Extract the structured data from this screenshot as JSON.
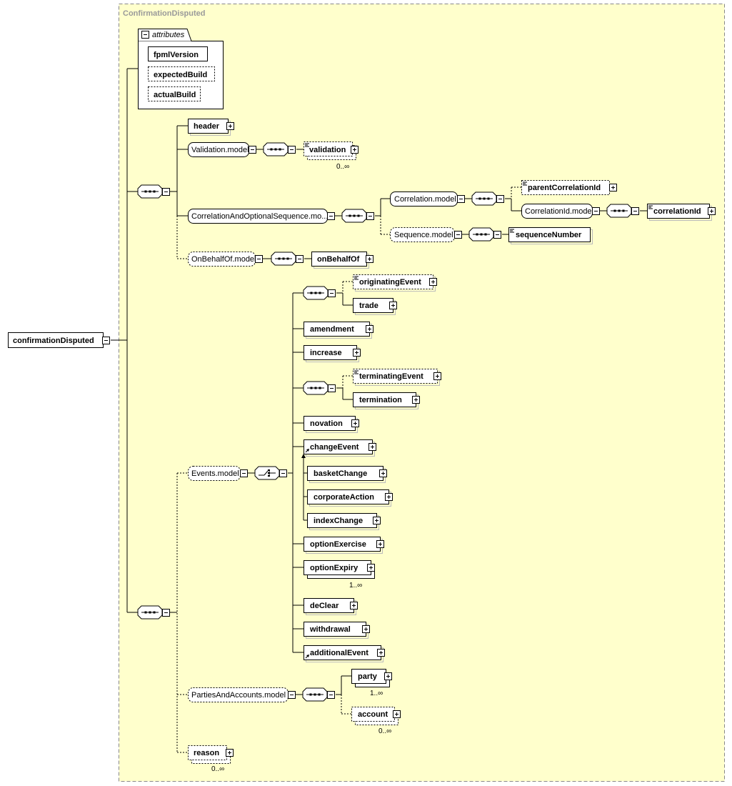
{
  "schema": {
    "container_title": "ConfirmationDisputed",
    "root_element": "confirmationDisputed",
    "attributes_group": {
      "label": "attributes",
      "items": [
        "fpmlVersion",
        "expectedBuild",
        "actualBuild"
      ]
    },
    "elements": {
      "header": "header",
      "validation_model": "Validation.model",
      "validation": "validation",
      "validation_occ": "0..∞",
      "corr_opt_seq_model": "CorrelationAndOptionalSequence.mo...",
      "correlation_model": "Correlation.model",
      "parent_correlation_id": "parentCorrelationId",
      "correlation_id_model": "CorrelationId.model",
      "correlation_id": "correlationId",
      "sequence_model": "Sequence.model",
      "sequence_number": "sequenceNumber",
      "on_behalf_of_model": "OnBehalfOf.model",
      "on_behalf_of": "onBehalfOf",
      "events_model": "Events.model",
      "originating_event": "originatingEvent",
      "trade": "trade",
      "amendment": "amendment",
      "increase": "increase",
      "terminating_event": "terminatingEvent",
      "termination": "termination",
      "novation": "novation",
      "change_event": "changeEvent",
      "basket_change": "basketChange",
      "corporate_action": "corporateAction",
      "index_change": "indexChange",
      "option_exercise": "optionExercise",
      "option_expiry": "optionExpiry",
      "option_expiry_occ": "1..∞",
      "de_clear": "deClear",
      "withdrawal": "withdrawal",
      "additional_event": "additionalEvent",
      "parties_accounts_model": "PartiesAndAccounts.model",
      "party": "party",
      "party_occ": "1..∞",
      "account": "account",
      "account_occ": "0..∞",
      "reason": "reason",
      "reason_occ": "0..∞"
    }
  },
  "colors": {
    "canvas_fill": "#ffffcc",
    "element_fill": "#ffffff",
    "line": "#000000",
    "title_grey": "#9a9a9a"
  }
}
